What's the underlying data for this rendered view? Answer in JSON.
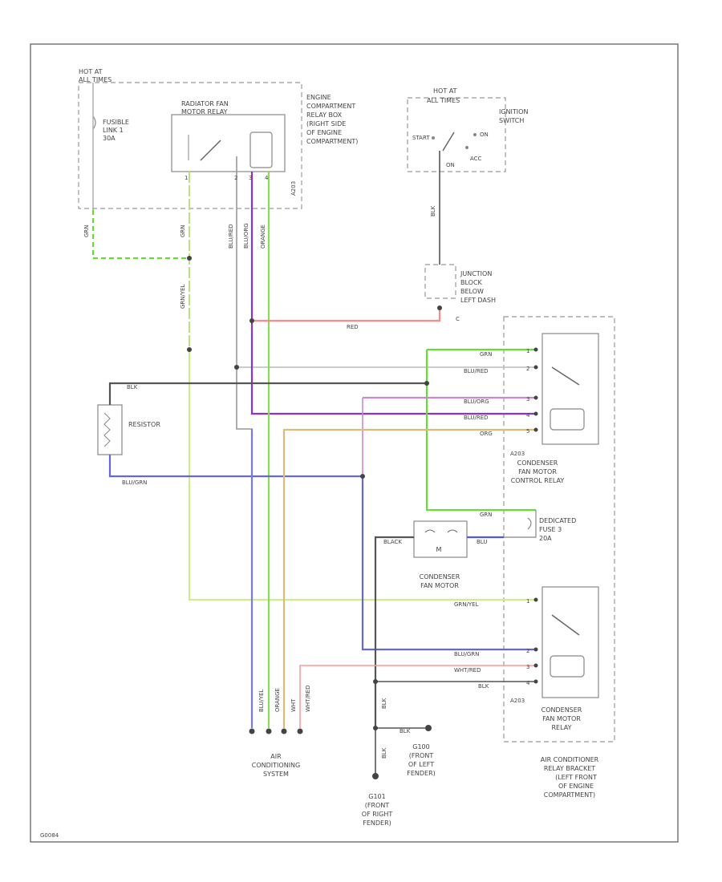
{
  "colors": {
    "grn": "#66dd33",
    "yel": "#ccee88",
    "grn_yel": "#99dd55",
    "blk": "#555555",
    "blu_red": "#7777ee",
    "blu_grn": "#6666dd",
    "blu_org": "#cc88cc",
    "blu_red2": "#8833cc",
    "org": "#ddbb77",
    "red": "#ff8888",
    "wht_red": "#ff9999",
    "gray": "#888888"
  },
  "labels": {
    "hot_fuses": [
      "HOT AT",
      "ALL TIMES"
    ],
    "fusible_link": [
      "FUSIBLE",
      "LINK 1",
      "30A"
    ],
    "rad_relay": [
      "RADIATOR FAN",
      "MOTOR RELAY"
    ],
    "engine_box": [
      "ENGINE",
      "COMPARTMENT",
      "RELAY BOX",
      "(RIGHT SIDE",
      "OF ENGINE",
      "COMPARTMENT)"
    ],
    "engine_box_code": "A203",
    "hot_run": [
      "HOT AT",
      "ALL TIMES"
    ],
    "ignition_switch": [
      "IGNITION",
      "SWITCH"
    ],
    "sw_start": "START",
    "sw_on": "ON",
    "sw_acc": "ACC",
    "sw_off": "ON",
    "junction_block": [
      "JUNCTION",
      "BLOCK",
      "BELOW",
      "LEFT DASH"
    ],
    "junction_code": "C",
    "resistor": "RESISTOR",
    "relay_bracket_code": "A203",
    "control_relay": [
      "CONDENSER",
      "FAN MOTOR",
      "CONTROL RELAY"
    ],
    "fuse": [
      "DEDICATED",
      "FUSE 3",
      "20A"
    ],
    "fan_motor": [
      "CONDENSER",
      "FAN MOTOR"
    ],
    "motor_letter": "M",
    "fan_relay_code": "A203",
    "fan_relay": [
      "CONDENSER",
      "FAN MOTOR",
      "RELAY"
    ],
    "ac_system": [
      "AIR",
      "CONDITIONING",
      "SYSTEM"
    ],
    "ground_g100": [
      "G100",
      "(FRONT",
      "OF LEFT",
      "FENDER)"
    ],
    "ground_g101": [
      "G101",
      "(FRONT",
      "OF RIGHT",
      "FENDER)"
    ],
    "bracket": [
      "AIR CONDITIONER",
      "RELAY BRACKET",
      "(LEFT FRONT",
      "OF ENGINE",
      "COMPARTMENT)"
    ],
    "footer_code": "G0084"
  },
  "wires": {
    "grn": "GRN",
    "grn_yel": "GRN/YEL",
    "grn2": "GRN",
    "blu_red": "BLU/RED",
    "blu_org": "BLU/ORG",
    "blu_red_b": "BLU/RED",
    "orange": "ORANGE",
    "red": "RED",
    "blk_j": "BLK",
    "grn_r1": "GRN",
    "blu_red_r2": "BLU/RED",
    "blu_org_r3": "BLU/ORG",
    "blu_red_r4": "BLU/RED",
    "org_r5": "ORG",
    "blk_res": "BLK",
    "blu_grn": "BLU/GRN",
    "grn_fuse": "GRN",
    "black_motor": "BLACK",
    "blu_fuse": "BLU",
    "grn_yel_r": "GRN/YEL",
    "blu_grn_r": "BLU/GRN",
    "wht_red_r": "WHT/RED",
    "blk_r": "BLK",
    "blk_down": "BLK",
    "blk_gnd": "BLK",
    "blk_g101": "BLK",
    "ac_blu_yel": "BLU/YEL",
    "ac_orange": "ORANGE",
    "ac_wht": "WHT",
    "ac_wht_red": "WHT/RED"
  },
  "pins": {
    "rad": [
      "1",
      "2",
      "3",
      "4"
    ],
    "ctrl": [
      "1",
      "2",
      "3",
      "4",
      "5"
    ],
    "fan": [
      "1",
      "2",
      "3",
      "4"
    ]
  }
}
